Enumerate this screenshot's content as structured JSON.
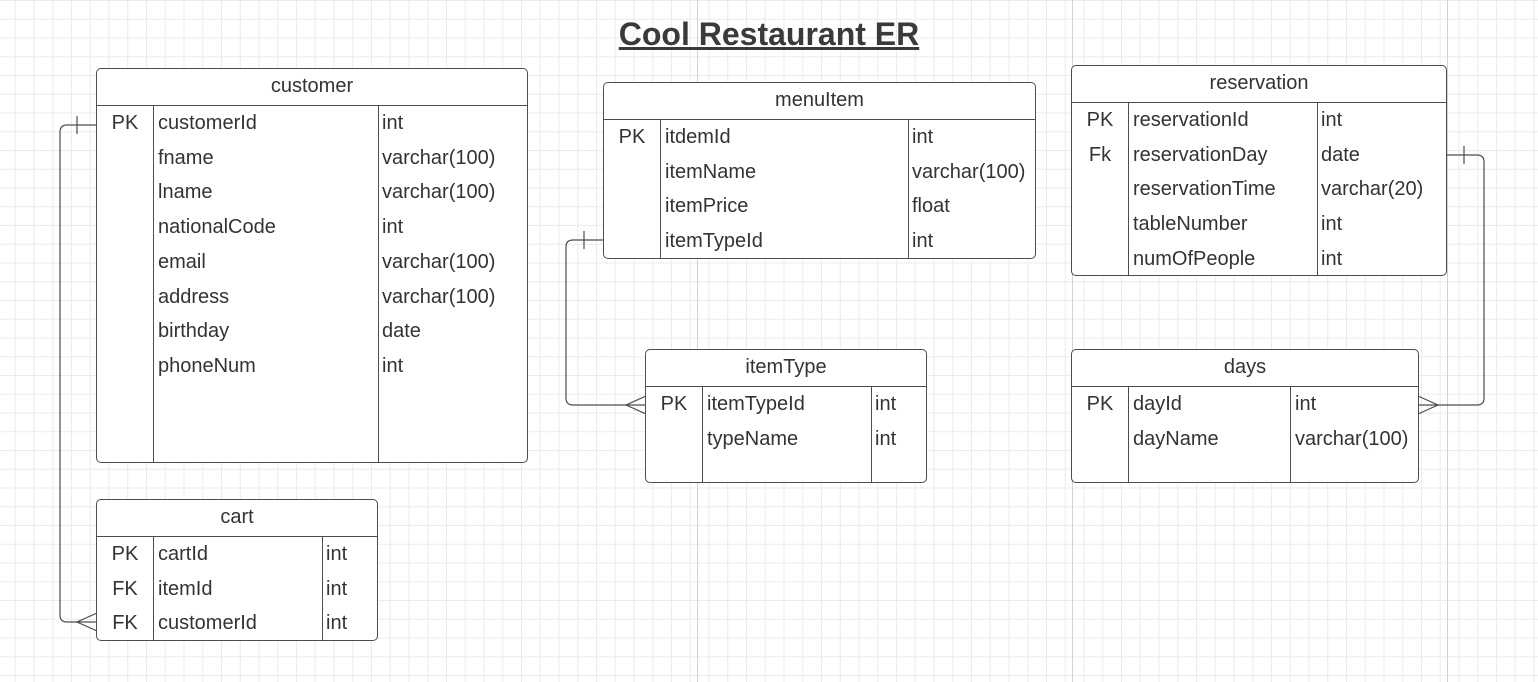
{
  "title": "Cool Restaurant ER",
  "colors": {
    "grid": "#ebebeb",
    "border": "#4d4d4d",
    "text": "#333333"
  },
  "entities": {
    "customer": {
      "name": "customer",
      "rows": [
        {
          "key": "PK",
          "field": "customerId",
          "type": "int"
        },
        {
          "key": "",
          "field": "fname",
          "type": "varchar(100)"
        },
        {
          "key": "",
          "field": "lname",
          "type": "varchar(100)"
        },
        {
          "key": "",
          "field": "nationalCode",
          "type": "int"
        },
        {
          "key": "",
          "field": "email",
          "type": "varchar(100)"
        },
        {
          "key": "",
          "field": "address",
          "type": "varchar(100)"
        },
        {
          "key": "",
          "field": "birthday",
          "type": "date"
        },
        {
          "key": "",
          "field": "phoneNum",
          "type": "int"
        }
      ]
    },
    "cart": {
      "name": "cart",
      "rows": [
        {
          "key": "PK",
          "field": "cartId",
          "type": "int"
        },
        {
          "key": "FK",
          "field": "itemId",
          "type": "int"
        },
        {
          "key": "FK",
          "field": "customerId",
          "type": "int"
        }
      ]
    },
    "menuItem": {
      "name": "menuItem",
      "rows": [
        {
          "key": "PK",
          "field": "itdemId",
          "type": "int"
        },
        {
          "key": "",
          "field": "itemName",
          "type": "varchar(100)"
        },
        {
          "key": "",
          "field": "itemPrice",
          "type": "float"
        },
        {
          "key": "",
          "field": "itemTypeId",
          "type": "int"
        }
      ]
    },
    "itemType": {
      "name": "itemType",
      "rows": [
        {
          "key": "PK",
          "field": "itemTypeId",
          "type": "int"
        },
        {
          "key": "",
          "field": "typeName",
          "type": "int"
        }
      ]
    },
    "reservation": {
      "name": "reservation",
      "rows": [
        {
          "key": "PK",
          "field": "reservationId",
          "type": "int"
        },
        {
          "key": "Fk",
          "field": "reservationDay",
          "type": "date"
        },
        {
          "key": "",
          "field": "reservationTime",
          "type": "varchar(20)"
        },
        {
          "key": "",
          "field": "tableNumber",
          "type": "int"
        },
        {
          "key": "",
          "field": "numOfPeople",
          "type": "int"
        }
      ]
    },
    "days": {
      "name": "days",
      "rows": [
        {
          "key": "PK",
          "field": "dayId",
          "type": "int"
        },
        {
          "key": "",
          "field": "dayName",
          "type": "varchar(100)"
        }
      ]
    }
  },
  "relationships": [
    {
      "from": "customer",
      "to": "cart",
      "from_cardinality": "one",
      "to_cardinality": "many"
    },
    {
      "from": "menuItem",
      "to": "itemType",
      "from_cardinality": "one",
      "to_cardinality": "many"
    },
    {
      "from": "reservation",
      "to": "days",
      "from_cardinality": "one",
      "to_cardinality": "many"
    }
  ]
}
